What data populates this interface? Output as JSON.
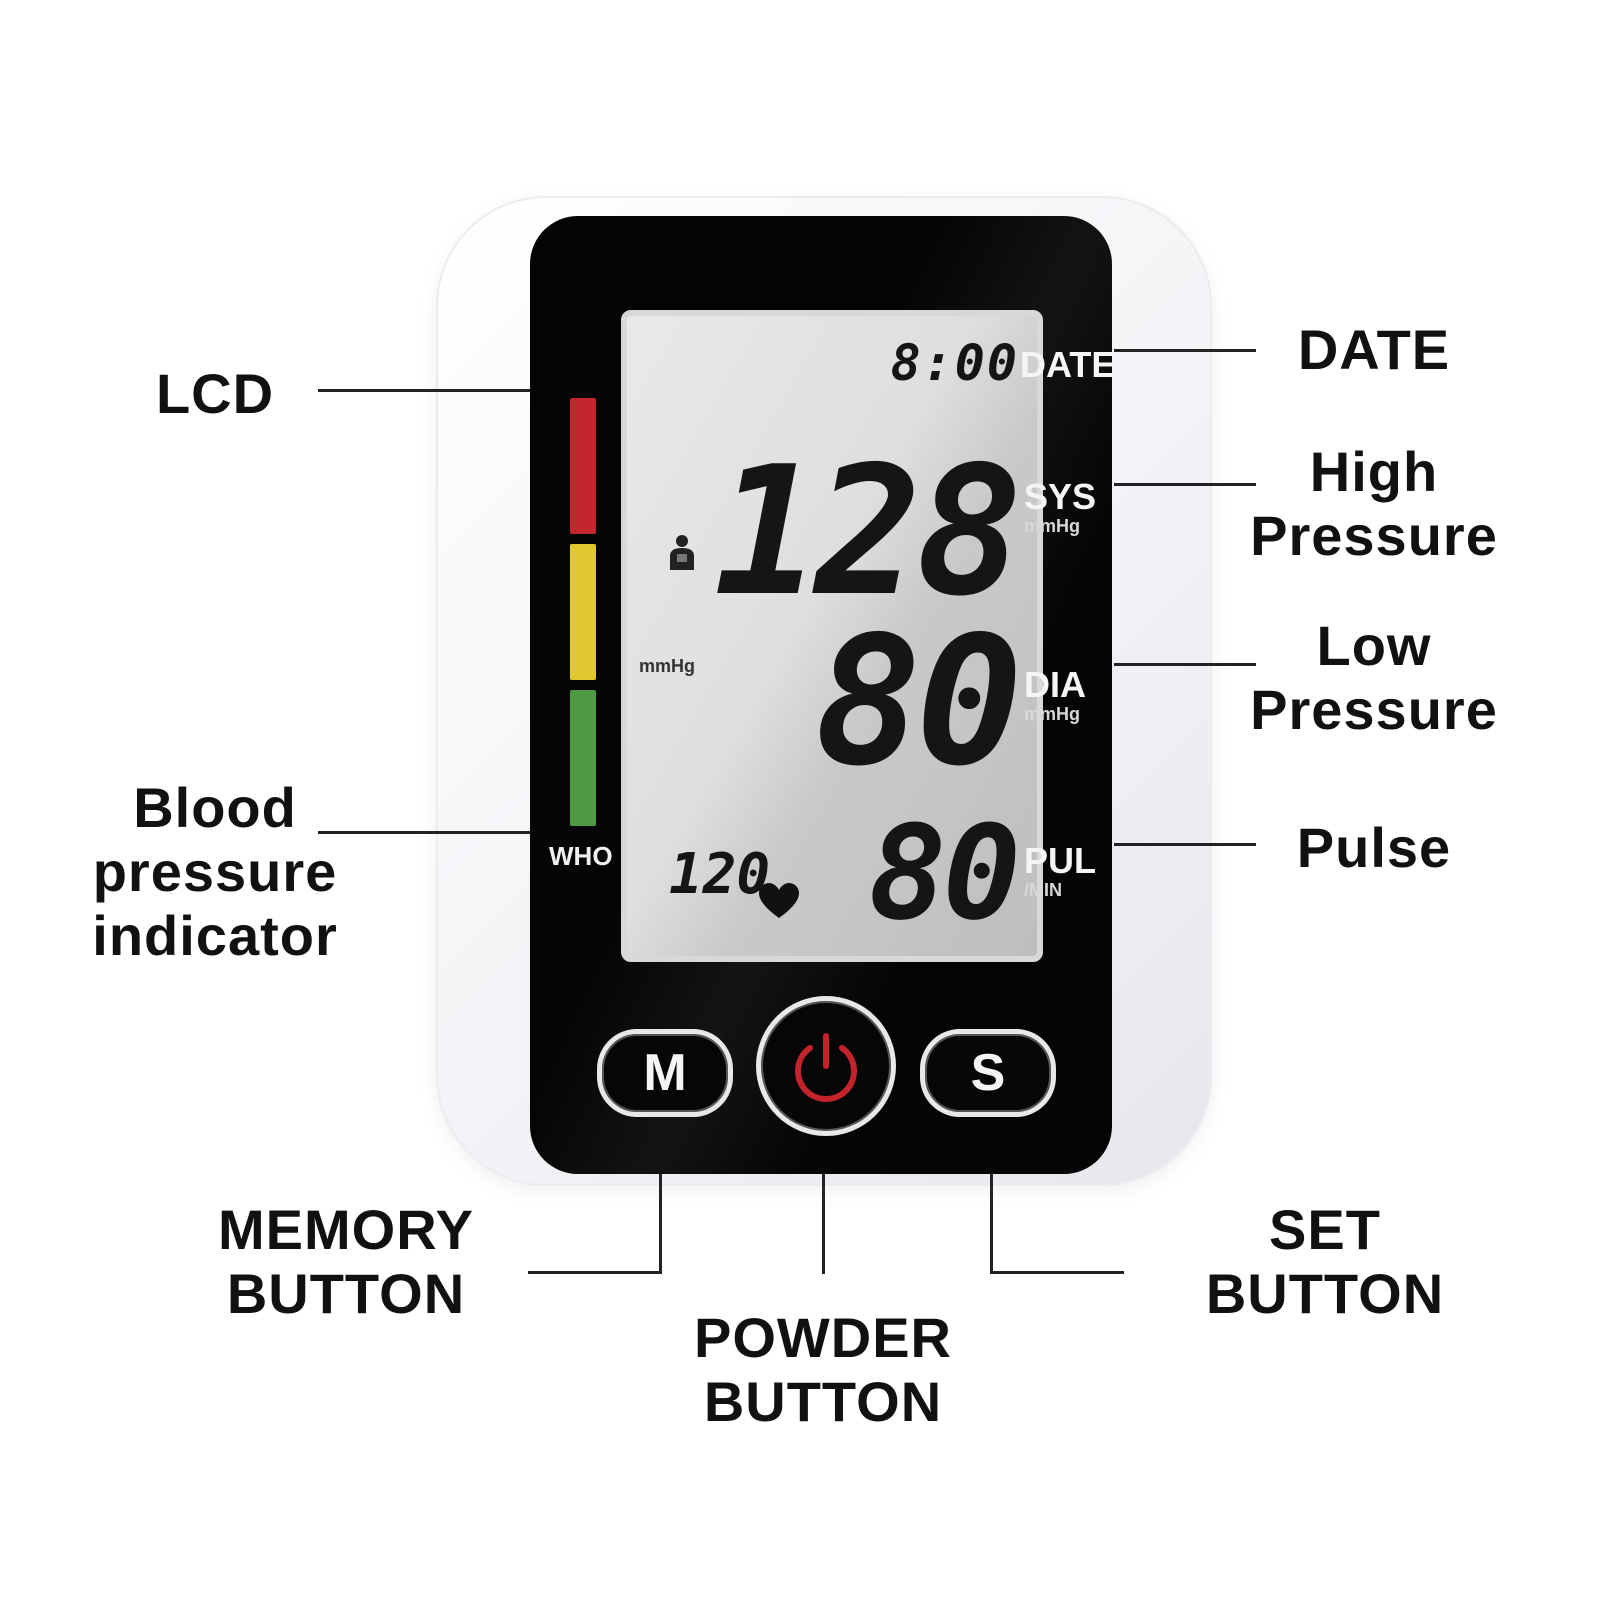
{
  "device": {
    "lcd": {
      "date": "8:00",
      "systolic": "128",
      "diastolic": "80",
      "pulse": "80",
      "memory_value": "120",
      "unit_small": "mmHg"
    },
    "side_labels": {
      "date": "DATE",
      "sys": "SYS",
      "sys_unit": "mmHg",
      "dia": "DIA",
      "dia_unit": "mmHg",
      "pul": "PUL",
      "pul_unit": "/MIN"
    },
    "who_label": "WHO",
    "indicator_colors": {
      "red": "#c4262e",
      "yellow": "#e0c92f",
      "green": "#4f9a45"
    },
    "buttons": {
      "memory": "M",
      "set": "S",
      "power_icon": "power-icon"
    }
  },
  "callouts": {
    "lcd": "LCD",
    "date": "DATE",
    "high_pressure": [
      "High",
      "Pressure"
    ],
    "low_pressure": [
      "Low",
      "Pressure"
    ],
    "pulse": "Pulse",
    "bp_indicator": [
      "Blood",
      "pressure",
      "indicator"
    ],
    "memory_button": [
      "MEMORY",
      "BUTTON"
    ],
    "power_button": [
      "POWDER",
      "BUTTON"
    ],
    "set_button": [
      "SET",
      "BUTTON"
    ]
  }
}
